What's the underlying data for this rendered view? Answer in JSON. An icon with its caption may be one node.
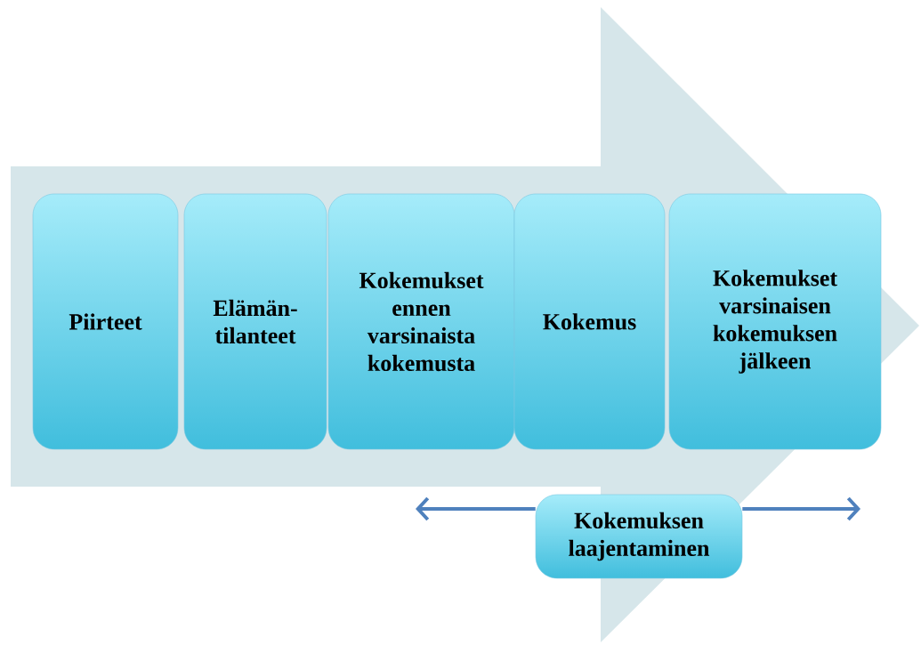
{
  "diagram": {
    "nodes": [
      {
        "text": [
          "Piirteet"
        ]
      },
      {
        "text": [
          "Elämän-tilanteet"
        ]
      },
      {
        "text": [
          "Kokemukset ennen varsinaista kokemusta"
        ]
      },
      {
        "text": [
          "Kokemus"
        ]
      },
      {
        "text": [
          "Kokemukset varsinaisen kokemuksen jälkeen"
        ]
      },
      {
        "text": [
          "Kokemuksen laajentaminen"
        ]
      }
    ],
    "edges": [
      {
        "from": 5,
        "to": null,
        "arrow": "to"
      },
      {
        "from": 5,
        "to": null,
        "arrow": "to"
      }
    ]
  }
}
